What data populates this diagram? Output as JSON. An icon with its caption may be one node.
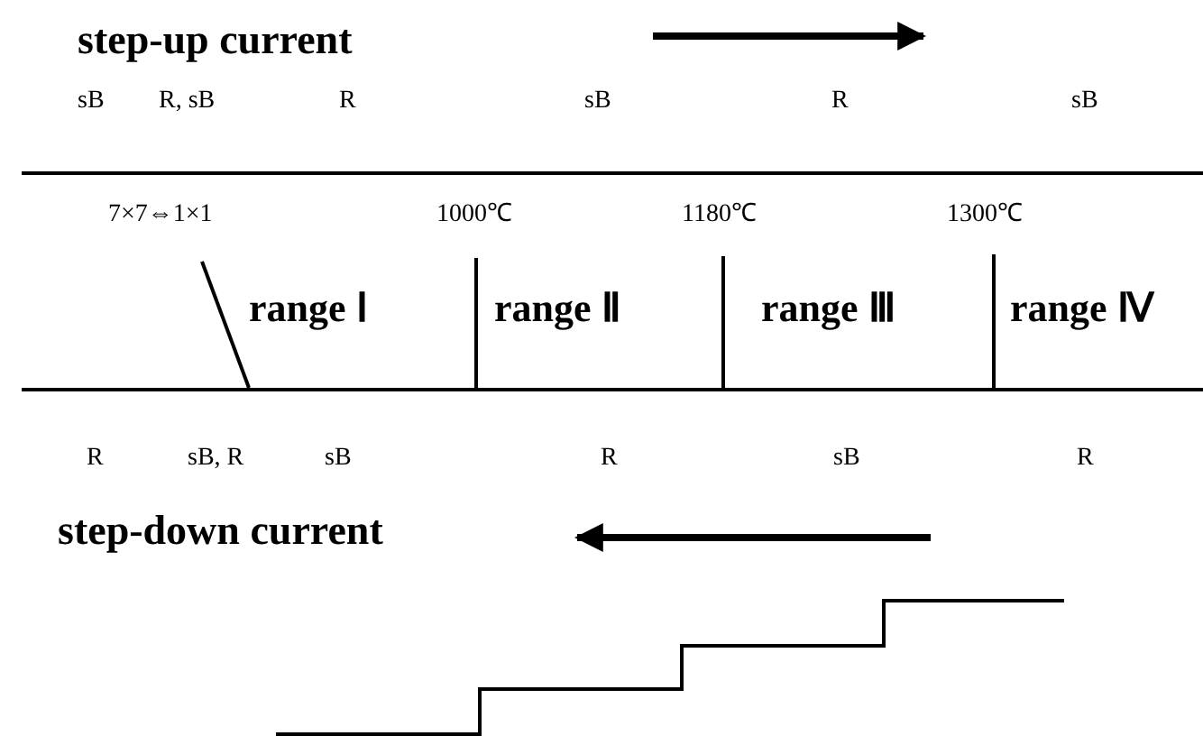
{
  "diagram": {
    "labels": [
      "step-up current",
      "sB",
      "R, sB",
      "R",
      "sB",
      "R",
      "sB",
      "7×7⇔1×1",
      "1000℃",
      "1180℃",
      "1300℃",
      "range Ⅰ",
      "range Ⅱ",
      "range Ⅲ",
      "range Ⅳ",
      "R",
      "sB, R",
      "sB",
      "R",
      "sB",
      "R",
      "step-down current"
    ]
  }
}
